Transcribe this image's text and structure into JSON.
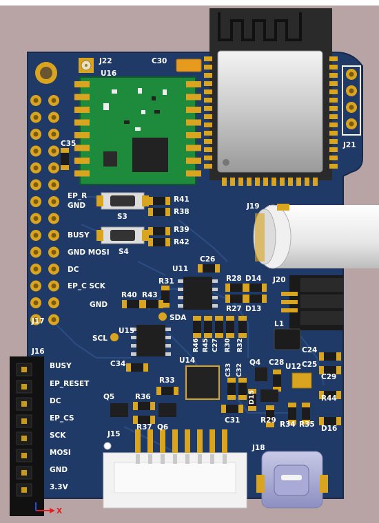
{
  "colors": {
    "board": "#1f3a66",
    "silkscreen": "#ffffff",
    "pad_gold": "#d9a520",
    "module_green": "#1e8a3c",
    "wifi_module": "#2a2a2a",
    "background": "#b8a4a4"
  },
  "designators": {
    "j22": "J22",
    "u16": "U16",
    "c30": "C30",
    "c35": "C35",
    "j21": "J21",
    "j17": "J17",
    "j16": "J16",
    "j19": "J19",
    "j20": "J20",
    "j15": "J15",
    "j18": "J18",
    "s3": "S3",
    "s4": "S4",
    "r41": "R41",
    "r38": "R38",
    "r39": "R39",
    "r42": "R42",
    "c26": "C26",
    "u11": "U11",
    "r31": "R31",
    "r28": "R28",
    "d14": "D14",
    "r27": "R27",
    "d13": "D13",
    "r40": "R40",
    "r43": "R43",
    "u15": "U15",
    "l1": "L1",
    "c34": "C34",
    "r46": "R46",
    "r45": "R45",
    "c27": "C27",
    "r30": "R30",
    "r32": "R32",
    "u14": "U14",
    "c33": "C33",
    "c32": "C32",
    "q4": "Q4",
    "c28": "C28",
    "u12": "U12",
    "c25": "C25",
    "c24": "C24",
    "c29": "C29",
    "d15": "D15",
    "r33": "R33",
    "q5": "Q5",
    "r36": "R36",
    "r37": "R37",
    "q6": "Q6",
    "c31": "C31",
    "r29": "R29",
    "r34": "R34",
    "r35": "R35",
    "r44": "R44",
    "d16": "D16"
  },
  "net_labels": {
    "ep_r": "EP_R",
    "gnd_1": "GND",
    "busy": "BUSY",
    "gnd_mosi": "GND MOSI",
    "dc": "DC",
    "ep_c_sck": "EP_C SCK",
    "gnd_2": "GND",
    "sda": "SDA",
    "scl": "SCL"
  },
  "connector_j16": {
    "pins": [
      "BUSY",
      "EP_RESET",
      "DC",
      "EP_CS",
      "SCK",
      "MOSI",
      "GND",
      "3.3V"
    ]
  },
  "axis_indicator": {
    "label": "X"
  }
}
